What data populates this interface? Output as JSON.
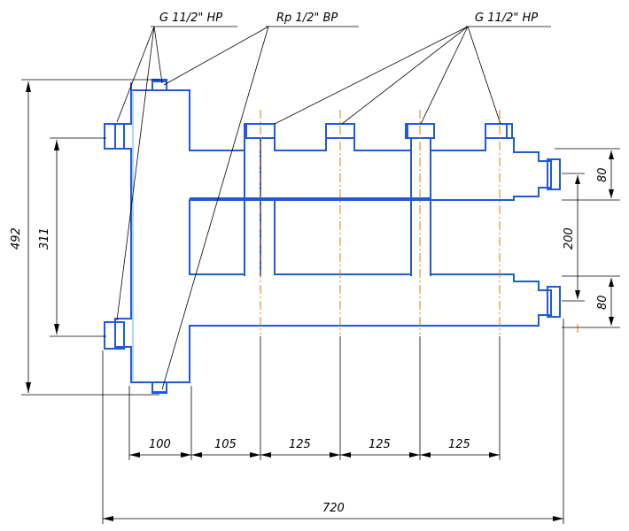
{
  "callouts": {
    "left_top": "G 11/2\" НР",
    "middle_top": "Rp 1/2\" ВР",
    "right_top": "G 11/2\" НР"
  },
  "dimensions": {
    "overall_height": "492",
    "ports_height": "311",
    "right_port_1": "80",
    "right_ports_spacing": "200",
    "right_port_2": "80",
    "seg_1": "100",
    "seg_2": "105",
    "seg_3": "125",
    "seg_4": "125",
    "seg_5": "125",
    "overall_width": "720"
  },
  "colors": {
    "part_outline": "#1f5bd6",
    "axis_lines": "#e07a10",
    "dimension_lines": "#000000"
  }
}
